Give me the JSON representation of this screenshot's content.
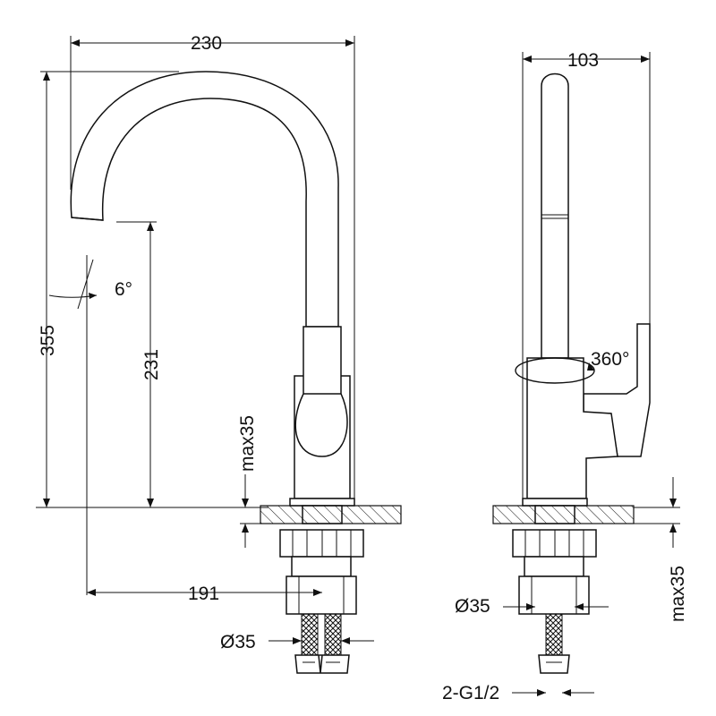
{
  "dimensions": {
    "front_width": "230",
    "front_height": "355",
    "spout_height": "231",
    "spout_angle": "6°",
    "spout_reach": "191",
    "deck_max_front": "max35",
    "hole_diameter_front": "Ø35",
    "side_depth": "103",
    "rotation": "360°",
    "hole_diameter_side": "Ø35",
    "deck_max_side": "max35",
    "connection": "2-G1/2"
  }
}
